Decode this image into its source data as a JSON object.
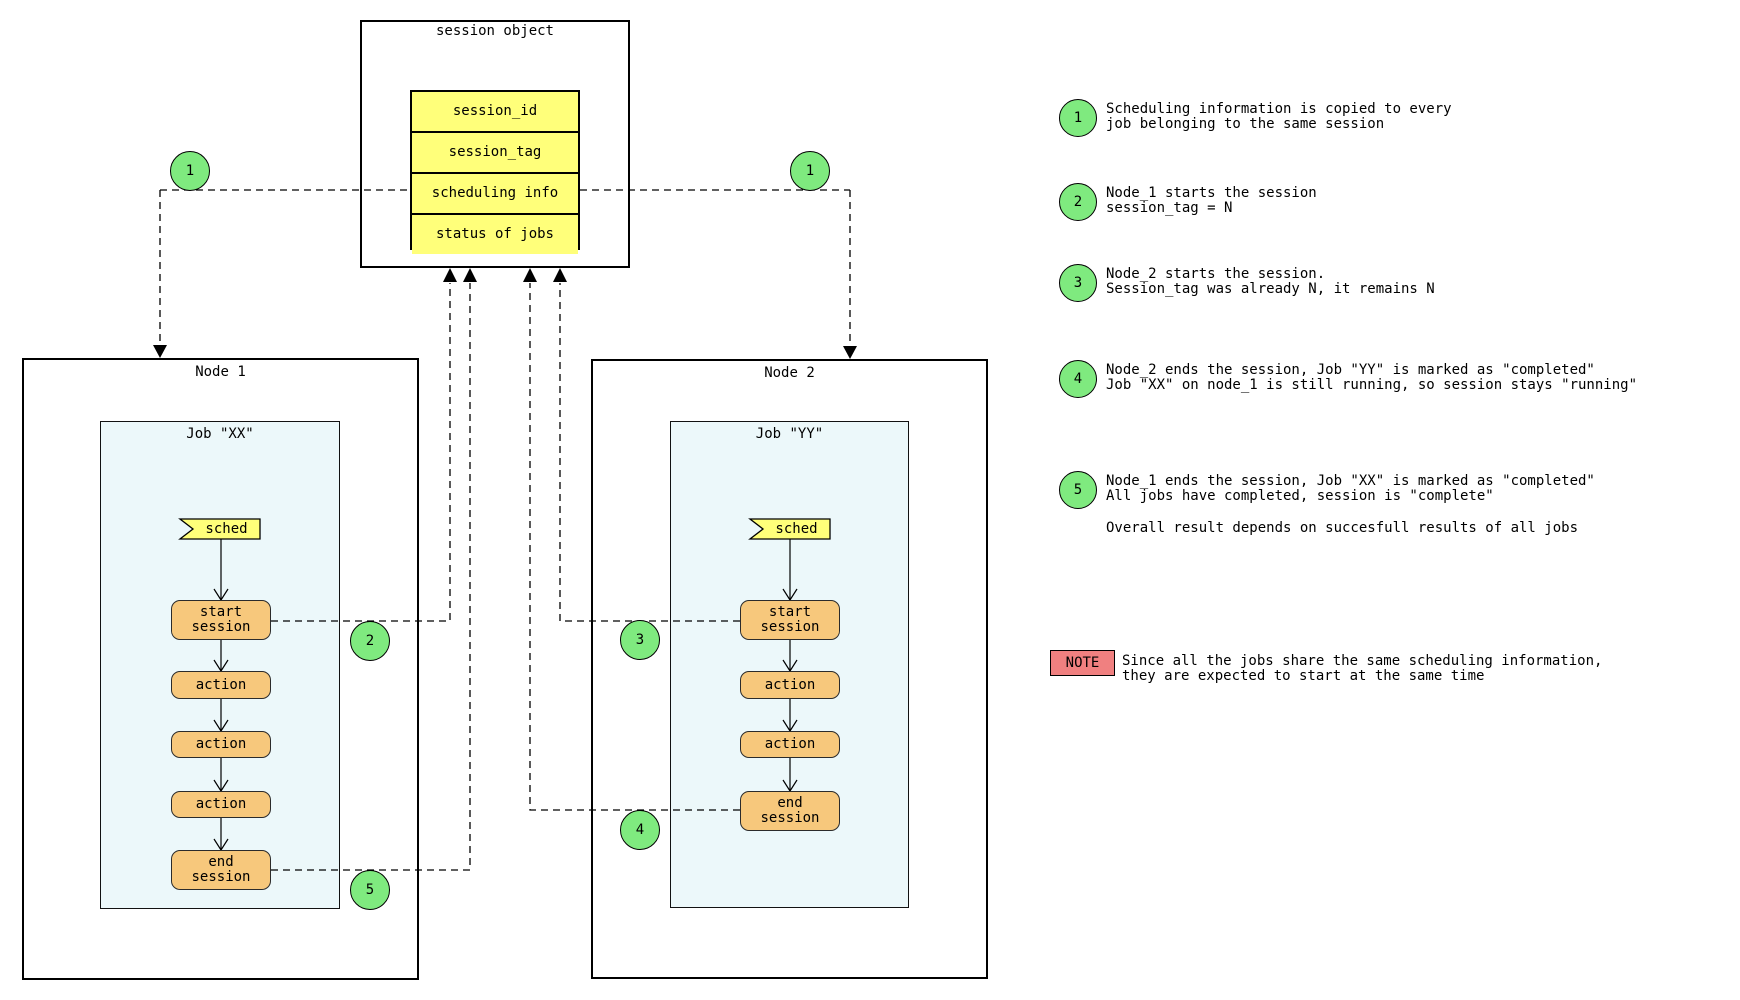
{
  "colors": {
    "marker_green": "#7fea7f",
    "field_yellow": "#ffff7a",
    "step_orange": "#f7c87c",
    "job_azure": "#ecf8fa",
    "note_red": "#f08080",
    "line_black": "#000000"
  },
  "session_object": {
    "title": "session object",
    "fields": [
      "session_id",
      "session_tag",
      "scheduling info",
      "status of jobs"
    ]
  },
  "nodes": [
    {
      "title": "Node 1",
      "job_title": "Job \"XX\"",
      "flag_label": "sched",
      "steps": [
        "start\nsession",
        "action",
        "action",
        "action",
        "end\nsession"
      ]
    },
    {
      "title": "Node 2",
      "job_title": "Job \"YY\"",
      "flag_label": "sched",
      "steps": [
        "start\nsession",
        "action",
        "action",
        "end\nsession"
      ]
    }
  ],
  "markers": {
    "n1_left": "1",
    "n1_right": "1",
    "n2": "2",
    "n3": "3",
    "n4": "4",
    "n5": "5"
  },
  "annotations": {
    "items": [
      {
        "num": "1",
        "text": "Scheduling information is copied to every\njob belonging to the same session"
      },
      {
        "num": "2",
        "text": "Node_1 starts the session\nsession_tag = N"
      },
      {
        "num": "3",
        "text": "Node_2 starts the session.\nSession_tag was already N, it remains N"
      },
      {
        "num": "4",
        "text": "Node_2 ends the session, Job \"YY\" is marked as \"completed\"\nJob \"XX\" on node_1 is still running, so session stays \"running\""
      },
      {
        "num": "5",
        "text": "Node_1 ends the session, Job \"XX\" is marked as \"completed\"\nAll jobs have completed, session is \"complete\""
      }
    ],
    "overall_note": "Overall result depends on succesfull results of all jobs"
  },
  "note": {
    "label": "NOTE",
    "text": "Since all the jobs share the same scheduling information,\nthey are expected to start at the same time"
  }
}
